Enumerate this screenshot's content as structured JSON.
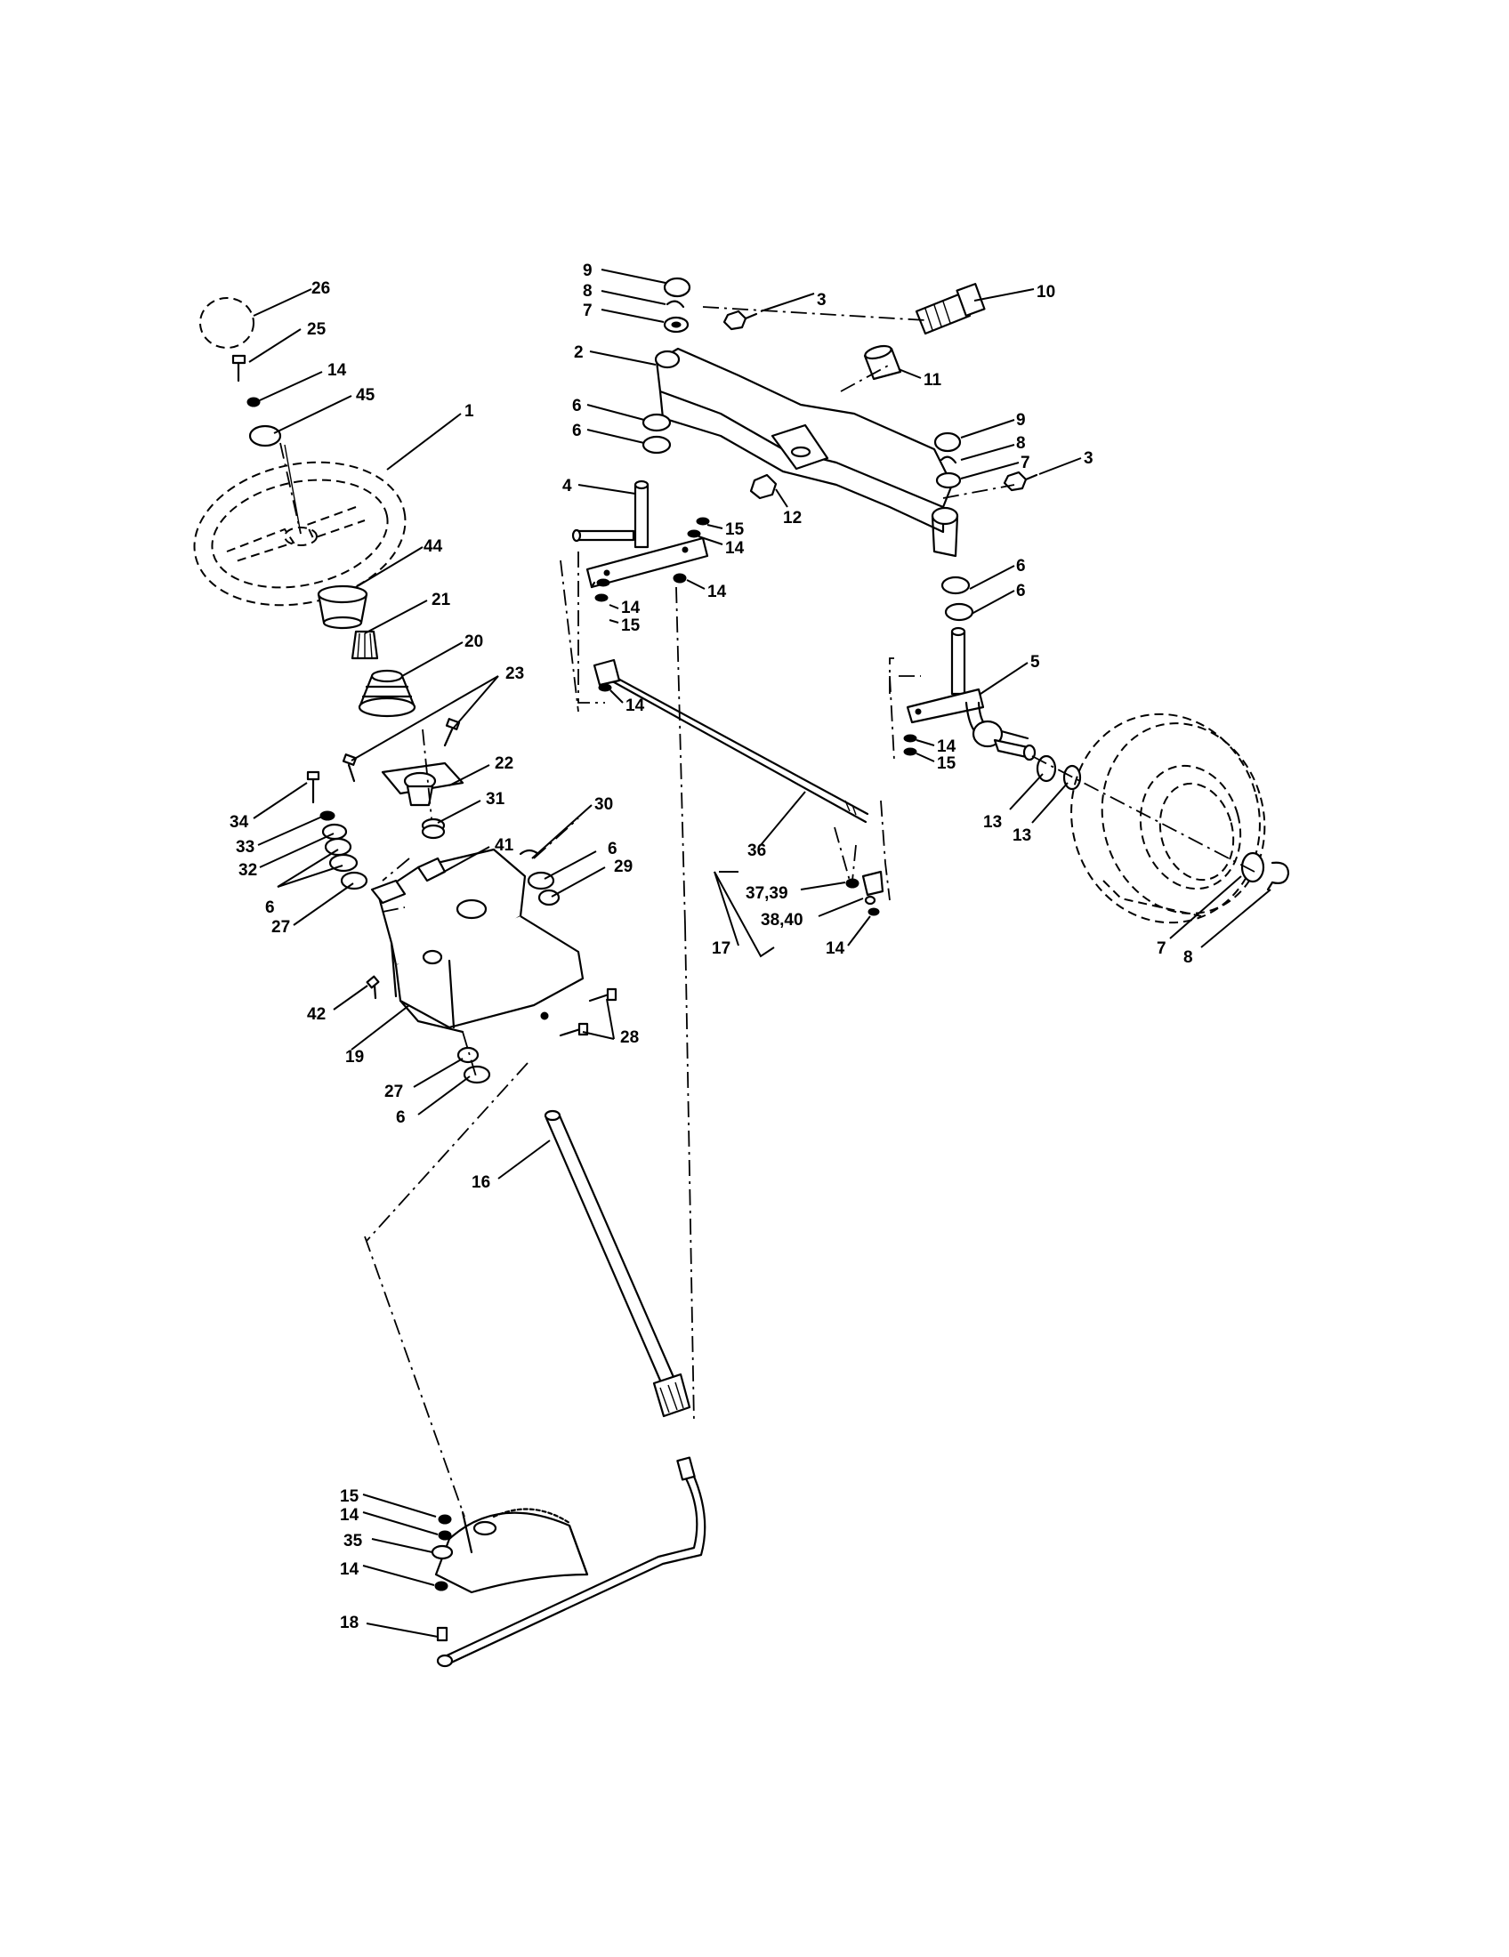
{
  "callouts": [
    {
      "id": "c26",
      "text": "26"
    },
    {
      "id": "c25",
      "text": "25"
    },
    {
      "id": "c14a",
      "text": "14"
    },
    {
      "id": "c45",
      "text": "45"
    },
    {
      "id": "c1",
      "text": "1"
    },
    {
      "id": "c44",
      "text": "44"
    },
    {
      "id": "c21",
      "text": "21"
    },
    {
      "id": "c20",
      "text": "20"
    },
    {
      "id": "c23",
      "text": "23"
    },
    {
      "id": "c22",
      "text": "22"
    },
    {
      "id": "c31",
      "text": "31"
    },
    {
      "id": "c41",
      "text": "41"
    },
    {
      "id": "c30",
      "text": "30"
    },
    {
      "id": "c6a",
      "text": "6"
    },
    {
      "id": "c29",
      "text": "29"
    },
    {
      "id": "c34",
      "text": "34"
    },
    {
      "id": "c33",
      "text": "33"
    },
    {
      "id": "c32",
      "text": "32"
    },
    {
      "id": "c6b",
      "text": "6"
    },
    {
      "id": "c27a",
      "text": "27"
    },
    {
      "id": "c42",
      "text": "42"
    },
    {
      "id": "c19",
      "text": "19"
    },
    {
      "id": "c28",
      "text": "28"
    },
    {
      "id": "c27b",
      "text": "27"
    },
    {
      "id": "c6c",
      "text": "6"
    },
    {
      "id": "c16",
      "text": "16"
    },
    {
      "id": "c15a",
      "text": "15"
    },
    {
      "id": "c14b",
      "text": "14"
    },
    {
      "id": "c35",
      "text": "35"
    },
    {
      "id": "c14c",
      "text": "14"
    },
    {
      "id": "c18",
      "text": "18"
    },
    {
      "id": "c9a",
      "text": "9"
    },
    {
      "id": "c8a",
      "text": "8"
    },
    {
      "id": "c7a",
      "text": "7"
    },
    {
      "id": "c3a",
      "text": "3"
    },
    {
      "id": "c10",
      "text": "10"
    },
    {
      "id": "c2",
      "text": "2"
    },
    {
      "id": "c11",
      "text": "11"
    },
    {
      "id": "c6d",
      "text": "6"
    },
    {
      "id": "c6e",
      "text": "6"
    },
    {
      "id": "c9b",
      "text": "9"
    },
    {
      "id": "c8b",
      "text": "8"
    },
    {
      "id": "c7b",
      "text": "7"
    },
    {
      "id": "c3b",
      "text": "3"
    },
    {
      "id": "c4",
      "text": "4"
    },
    {
      "id": "c12",
      "text": "12"
    },
    {
      "id": "c15b",
      "text": "15"
    },
    {
      "id": "c14d",
      "text": "14"
    },
    {
      "id": "c14e",
      "text": "14"
    },
    {
      "id": "c14f",
      "text": "14"
    },
    {
      "id": "c15c",
      "text": "15"
    },
    {
      "id": "c6f",
      "text": "6"
    },
    {
      "id": "c6g",
      "text": "6"
    },
    {
      "id": "c14g",
      "text": "14"
    },
    {
      "id": "c5",
      "text": "5"
    },
    {
      "id": "c14h",
      "text": "14"
    },
    {
      "id": "c15d",
      "text": "15"
    },
    {
      "id": "c13a",
      "text": "13"
    },
    {
      "id": "c13b",
      "text": "13"
    },
    {
      "id": "c36",
      "text": "36"
    },
    {
      "id": "c3739",
      "text": "37,39"
    },
    {
      "id": "c3840",
      "text": "38,40"
    },
    {
      "id": "c17",
      "text": "17"
    },
    {
      "id": "c14i",
      "text": "14"
    },
    {
      "id": "c7c",
      "text": "7"
    },
    {
      "id": "c8c",
      "text": "8"
    }
  ]
}
